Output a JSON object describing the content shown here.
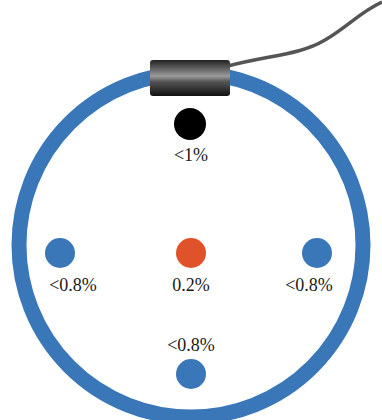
{
  "diagram": {
    "labels": [
      "<1%",
      "<0.8%",
      "0.2%",
      "<0.8%",
      "<0.8%"
    ]
  }
}
